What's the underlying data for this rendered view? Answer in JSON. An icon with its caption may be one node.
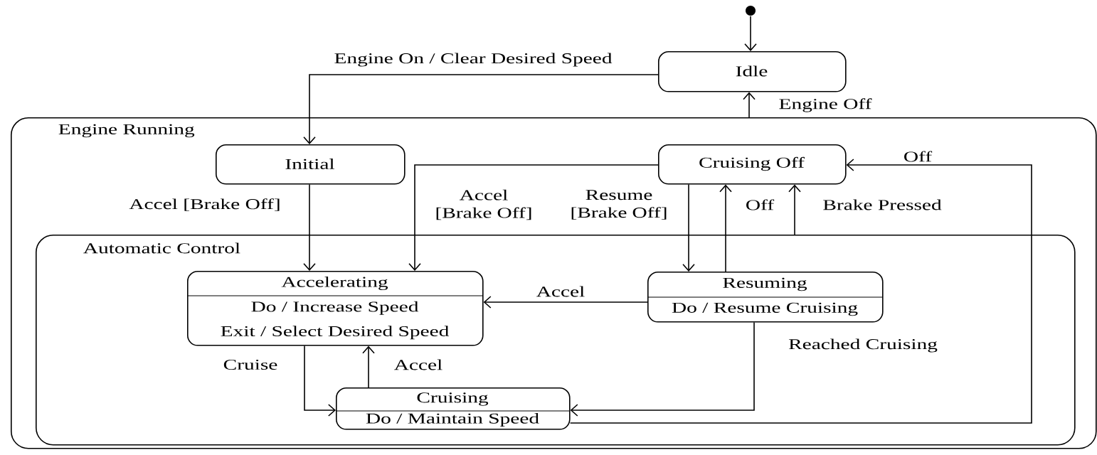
{
  "diagram": {
    "nodes": [
      {
        "text": [],
        "shape": "circle"
      },
      {
        "text": [
          "Idle"
        ]
      },
      {
        "text": [
          "Engine Running"
        ]
      },
      {
        "text": [
          "Initial"
        ],
        "in": 2
      },
      {
        "text": [
          "Cruising Off"
        ],
        "in": 2
      },
      {
        "text": [
          "Automatic Control"
        ],
        "in": 2
      },
      {
        "text": [
          "Accelerating",
          "Do / Increase Speed",
          "Exit / Select Desired Speed"
        ],
        "in": 5
      },
      {
        "text": [
          "Resuming",
          "Do / Resume Cruising"
        ],
        "in": 5
      },
      {
        "text": [
          "Cruising",
          "Do / Maintain Speed"
        ],
        "in": 5
      }
    ],
    "edges": [
      {
        "from": 0,
        "to": 1,
        "arrow": "to"
      },
      {
        "from": 1,
        "to": 3,
        "arrow": "to",
        "label": "Engine On / Clear Desired Speed"
      },
      {
        "from": 2,
        "to": 1,
        "arrow": "to",
        "label": "Engine Off"
      },
      {
        "from": 3,
        "to": 6,
        "arrow": "to",
        "label": "Accel [Brake Off]"
      },
      {
        "from": 4,
        "to": 6,
        "arrow": "to",
        "label": "Accel [Brake Off]"
      },
      {
        "from": 4,
        "to": 7,
        "arrow": "to",
        "label": "Resume [Brake Off]"
      },
      {
        "from": 7,
        "to": 4,
        "arrow": "to",
        "label": "Off"
      },
      {
        "from": 5,
        "to": 4,
        "arrow": "to",
        "label": "Brake Pressed"
      },
      {
        "from": 7,
        "to": 6,
        "arrow": "to",
        "label": "Accel"
      },
      {
        "from": 6,
        "to": 8,
        "arrow": "to",
        "label": "Cruise"
      },
      {
        "from": 8,
        "to": 6,
        "arrow": "to",
        "label": "Accel"
      },
      {
        "from": 7,
        "to": 8,
        "arrow": "to",
        "label": "Reached Cruising"
      },
      {
        "from": 8,
        "to": 4,
        "arrow": "to",
        "label": "Off"
      }
    ]
  }
}
